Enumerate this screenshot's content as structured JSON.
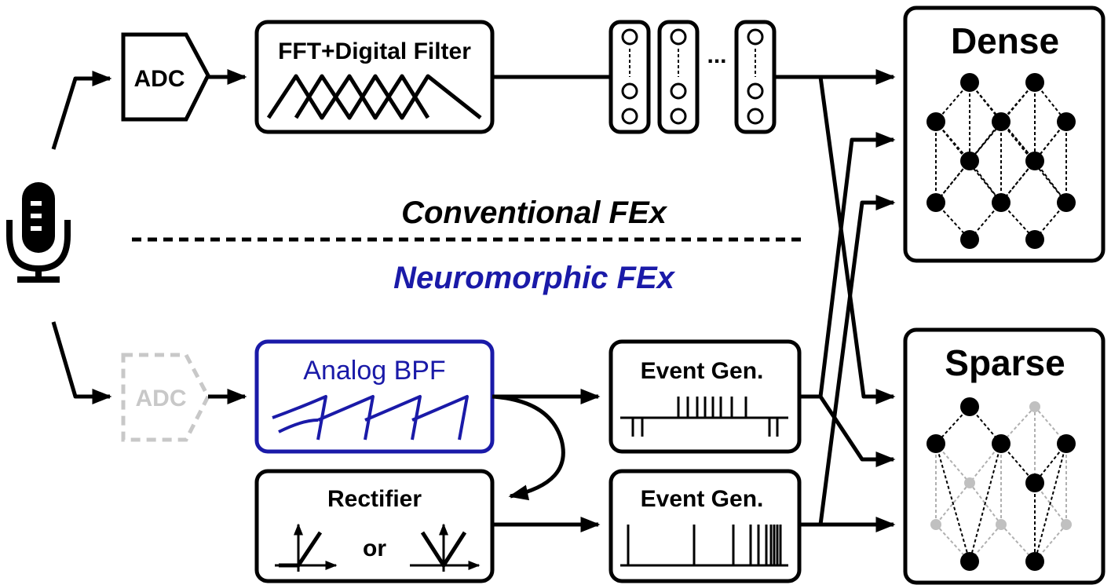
{
  "labels": {
    "adc_top": "ADC",
    "fft": "FFT+Digital Filter",
    "ellipsis": "...",
    "conventional": "Conventional FEx",
    "neuromorphic": "Neuromorphic FEx",
    "adc_bottom": "ADC",
    "analog_bpf": "Analog BPF",
    "event_gen_1": "Event Gen.",
    "rectifier": "Rectifier",
    "or": "or",
    "event_gen_2": "Event Gen.",
    "dense": "Dense",
    "sparse": "Sparse"
  },
  "colors": {
    "neuromorphic_blue": "#1a1aa8",
    "inactive_gray": "#c8c8c8",
    "sparse_inactive": "#b0b0b0",
    "black": "#000000"
  },
  "icons": {
    "microphone": "microphone-icon"
  }
}
